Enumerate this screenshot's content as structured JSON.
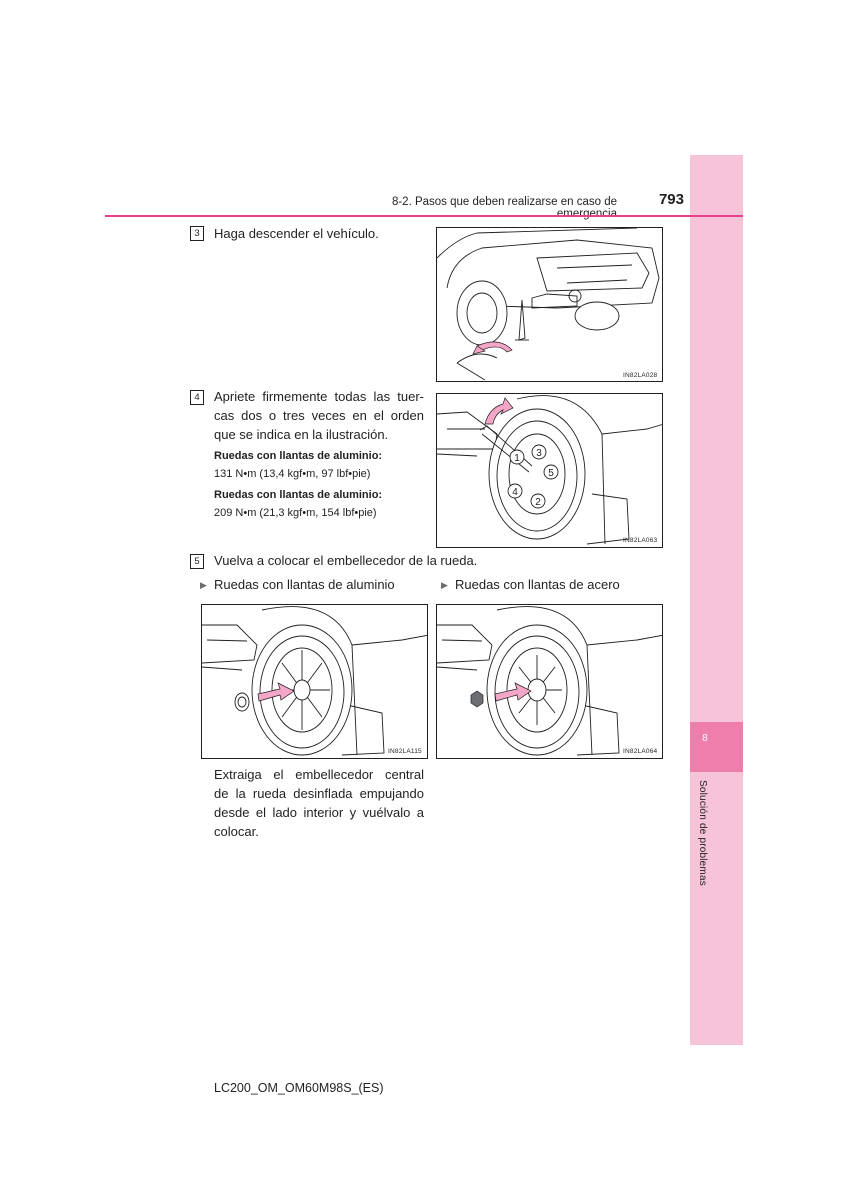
{
  "header": {
    "section": "8-2. Pasos que deben realizarse en caso de emergencia",
    "page_number": "793"
  },
  "side_tab": {
    "chapter_number": "8",
    "chapter_title": "Solución de problemas"
  },
  "steps": [
    {
      "number": "3",
      "text": "Haga descender el vehículo.",
      "illustration_code": "IN82LA028"
    },
    {
      "number": "4",
      "text_lines": [
        "Apriete firmemente todas las tuer-",
        "cas dos o tres veces en el orden",
        "que se indica en la ilustración."
      ],
      "spec_1_title": "Ruedas con llantas de aluminio:",
      "spec_1_value": "131 N•m (13,4 kgf•m, 97 lbf•pie)",
      "spec_2_title": "Ruedas con llantas de aluminio:",
      "spec_2_value": "209 N•m (21,3 kgf•m, 154 lbf•pie)",
      "illustration_code": "IN82LA063",
      "nut_order": [
        "1",
        "2",
        "3",
        "4",
        "5"
      ]
    },
    {
      "number": "5",
      "text": "Vuelva a colocar el embellecedor de la rueda.",
      "variant_left": {
        "label": "Ruedas con llantas de aluminio",
        "illustration_code": "IN82LA115"
      },
      "variant_right": {
        "label": "Ruedas con llantas de acero",
        "illustration_code": "IN82LA064"
      },
      "note_lines": [
        "Extraiga el embellecedor central",
        "de la rueda desinflada empujando",
        "desde el lado interior y vuélvalo a",
        "colocar."
      ]
    }
  ],
  "footer": {
    "doc_code": "LC200_OM_OM60M98S_(ES)"
  },
  "colors": {
    "accent_pink": "#e8408f",
    "tab_light": "#f6c3d9",
    "tab_active": "#ee7fad",
    "arrow_pink": "#f3a6c8"
  }
}
